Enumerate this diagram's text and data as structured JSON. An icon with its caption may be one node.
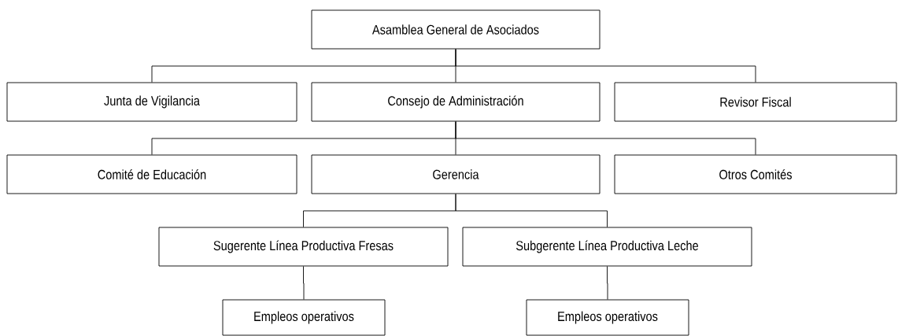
{
  "diagram": {
    "nodes": [
      {
        "text": [
          "Asamblea General de Asociados"
        ]
      },
      {
        "text": [
          "Junta de Vigilancia"
        ]
      },
      {
        "text": [
          "Consejo de Administración"
        ]
      },
      {
        "text": [
          "Revisor Fiscal"
        ]
      },
      {
        "text": [
          "Comité de Educación"
        ]
      },
      {
        "text": [
          "Gerencia"
        ]
      },
      {
        "text": [
          "Otros Comités"
        ]
      },
      {
        "text": [
          "Sugerente Línea Productiva Fresas"
        ]
      },
      {
        "text": [
          "Subgerente Línea Productiva Leche"
        ]
      },
      {
        "text": [
          "Empleos operativos"
        ]
      },
      {
        "text": [
          "Empleos operativos"
        ]
      }
    ],
    "edges": [
      {
        "from": 0,
        "to": 1,
        "arrow": "none"
      },
      {
        "from": 0,
        "to": 2,
        "arrow": "none"
      },
      {
        "from": 0,
        "to": 3,
        "arrow": "none"
      },
      {
        "from": 2,
        "to": 4,
        "arrow": "none"
      },
      {
        "from": 2,
        "to": 5,
        "arrow": "none"
      },
      {
        "from": 2,
        "to": 6,
        "arrow": "none"
      },
      {
        "from": 5,
        "to": 7,
        "arrow": "none"
      },
      {
        "from": 5,
        "to": 8,
        "arrow": "none"
      },
      {
        "from": 7,
        "to": 9,
        "arrow": "none"
      },
      {
        "from": 8,
        "to": 10,
        "arrow": "none"
      }
    ]
  }
}
